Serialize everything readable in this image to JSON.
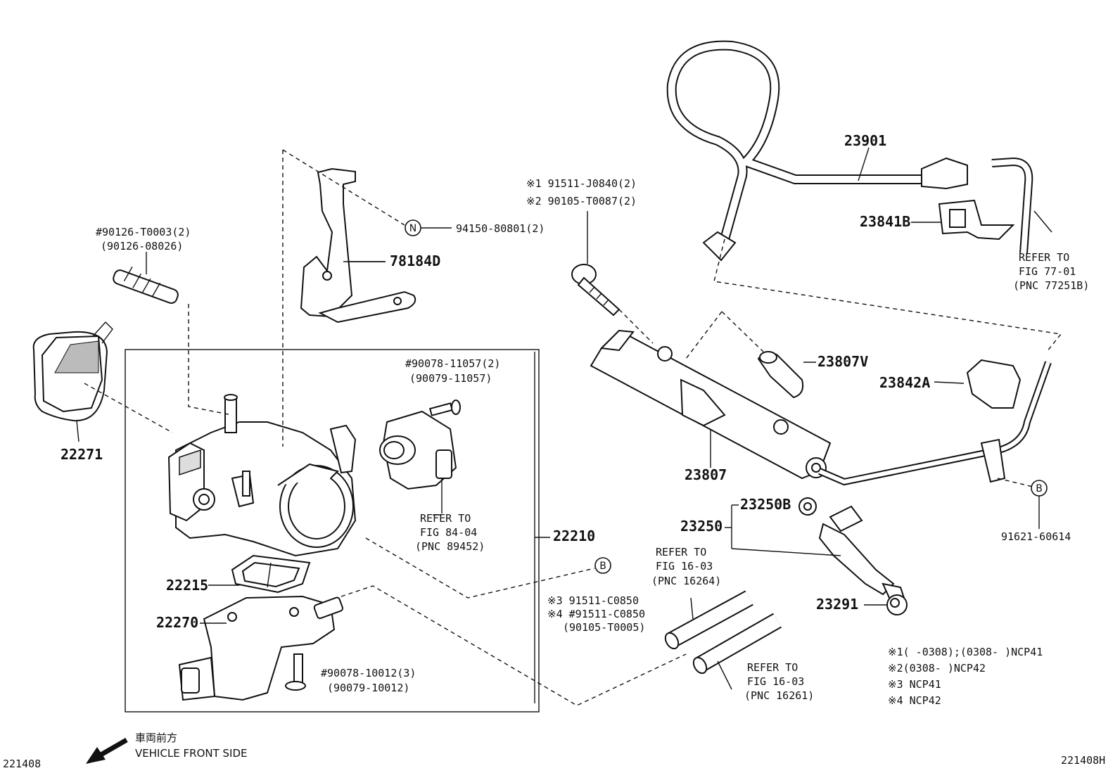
{
  "labels": {
    "p90126_a": "#90126-T0003(2)",
    "p90126_b": "(90126-08026)",
    "p22271": "22271",
    "p94150": "94150-80801(2)",
    "p78184D": "78184D",
    "p91511_j": "※1 91511-J0840(2)",
    "p90105_t": "※2 90105-T0087(2)",
    "p23901": "23901",
    "p23841B": "23841B",
    "refer77_l1": "REFER TO",
    "refer77_l2": "FIG 77-01",
    "refer77_l3": "(PNC 77251B)",
    "p90078_a": "#90078-11057(2)",
    "p90078_b": "(90079-11057)",
    "p23807V": "23807V",
    "p23842A": "23842A",
    "p23807": "23807",
    "refer84_l1": "REFER TO",
    "refer84_l2": "FIG 84-04",
    "refer84_l3": "(PNC 89452)",
    "p22210": "22210",
    "p23250B": "23250B",
    "p23250": "23250",
    "p91621": "91621-60614",
    "p22215": "22215",
    "refer16a_l1": "REFER TO",
    "refer16a_l2": "FIG 16-03",
    "refer16a_l3": "(PNC 16264)",
    "p91511_c3": "※3 91511-C0850",
    "p91511_c4": "※4 #91511-C0850",
    "p90105_t5": "(90105-T0005)",
    "p23291": "23291",
    "p22270": "22270",
    "p90078_10_a": "#90078-10012(3)",
    "p90078_10_b": "(90079-10012)",
    "refer16b_l1": "REFER TO",
    "refer16b_l2": "FIG 16-03",
    "refer16b_l3": "(PNC 16261)",
    "note1": "※1(      -0308);(0308-      )NCP41",
    "note2": "※2(0308-      )NCP42",
    "note3": "※3 NCP41",
    "note4": "※4 NCP42",
    "front_jp": "車両前方",
    "front_en": "VEHICLE FRONT SIDE",
    "fig_left": "221408",
    "fig_right": "221408H",
    "circle_n": "N",
    "circle_b1": "B",
    "circle_b2": "B"
  }
}
